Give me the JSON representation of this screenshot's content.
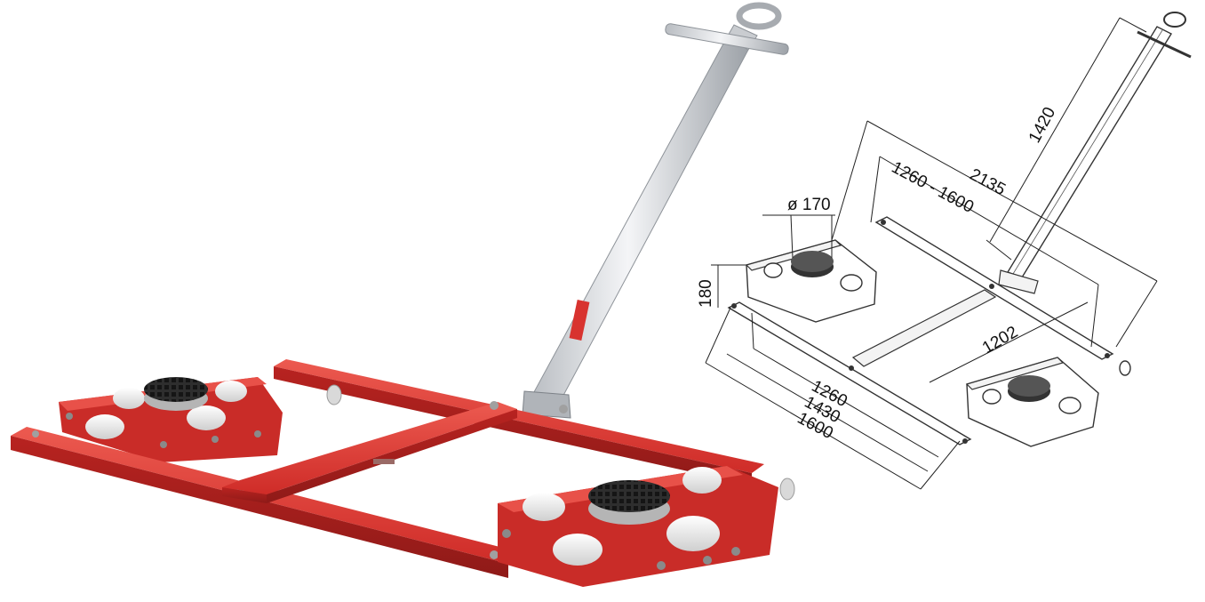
{
  "colors": {
    "frame_red": "#d8332f",
    "frame_red_dark": "#a8211e",
    "frame_red_light": "#ea5a52",
    "handle_silver": "#dcdfe3",
    "pad_dark": "#2b2b2b",
    "roller_white": "#f2f2f2",
    "line_drawing": "#222222"
  },
  "dimensions": {
    "handle_length": "1420",
    "overall_length": "2135",
    "adjustable_width": "1260 - 1600",
    "pad_diameter": "ø 170",
    "height": "180",
    "inner_span": "1202",
    "width_min": "1260",
    "width_mid": "1430",
    "width_max": "1600"
  }
}
